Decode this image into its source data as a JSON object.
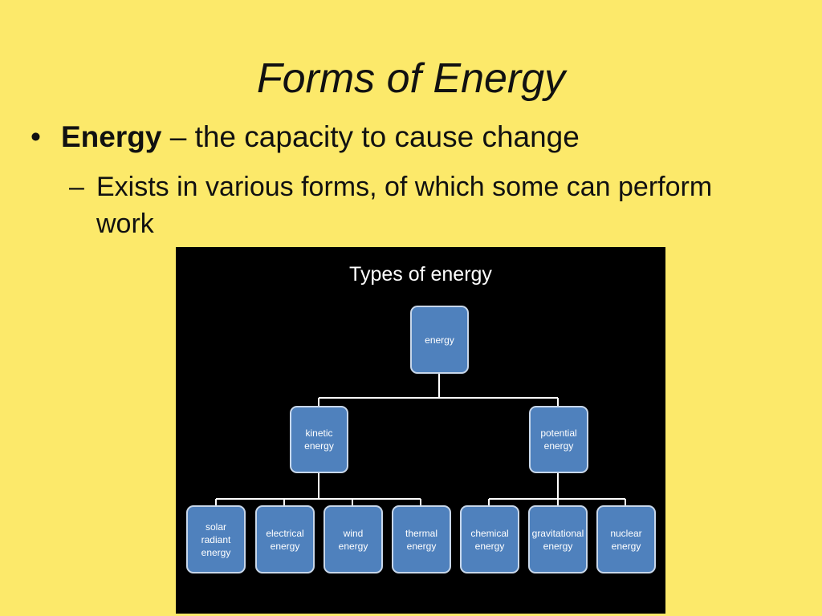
{
  "slide": {
    "title": "Forms of Energy",
    "bullet_dot": "•",
    "bullet_term": "Energy",
    "bullet_rest": " – the capacity to cause change",
    "sub_dash": "–",
    "sub_text": "Exists in various forms, of which some can perform work"
  },
  "diagram": {
    "title": "Types of energy",
    "root": "energy",
    "level2": [
      "kinetic\nenergy",
      "potential\nenergy"
    ],
    "kinetic_children": [
      "solar\nradiant\nenergy",
      "electrical\nenergy",
      "wind\nenergy",
      "thermal\nenergy"
    ],
    "potential_children": [
      "chemical\nenergy",
      "gravitational\nenergy",
      "nuclear\nenergy"
    ],
    "colors": {
      "background": "#000000",
      "node_fill": "#4f81bd",
      "node_border": "#c8d7ea",
      "connector": "#ffffff"
    }
  },
  "colors": {
    "slide_background": "#fce96a"
  }
}
